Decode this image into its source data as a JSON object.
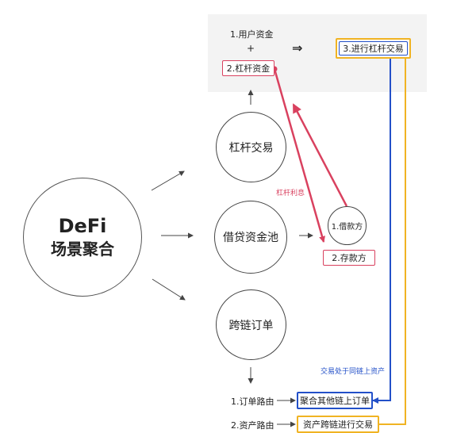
{
  "center": {
    "line1": "DeFi",
    "line2": "场景聚合"
  },
  "categories": {
    "leverage": "杠杆交易",
    "lending": "借贷资金池",
    "crosschain": "跨链订单"
  },
  "top_panel": {
    "user_funds": "1.用户资金",
    "plus": "+",
    "leverage_funds": "2.杠杆资金",
    "arrow": "⇒",
    "trade": "3.进行杠杆交易"
  },
  "lending": {
    "borrower": "1.借款方",
    "depositor": "2.存款方",
    "interest_label": "杠杆利息"
  },
  "crosschain": {
    "order_routing": "1.订单路由",
    "asset_routing": "2.资产路由",
    "aggregate_orders": "聚合其他链上订单",
    "crosschain_trade": "资产跨链进行交易",
    "same_chain_note": "交易处于同链上资产"
  },
  "colors": {
    "red": "#d9415f",
    "blue": "#2350c8",
    "yellow": "#f0b323",
    "panel": "#f3f3f3",
    "line": "#444444"
  }
}
